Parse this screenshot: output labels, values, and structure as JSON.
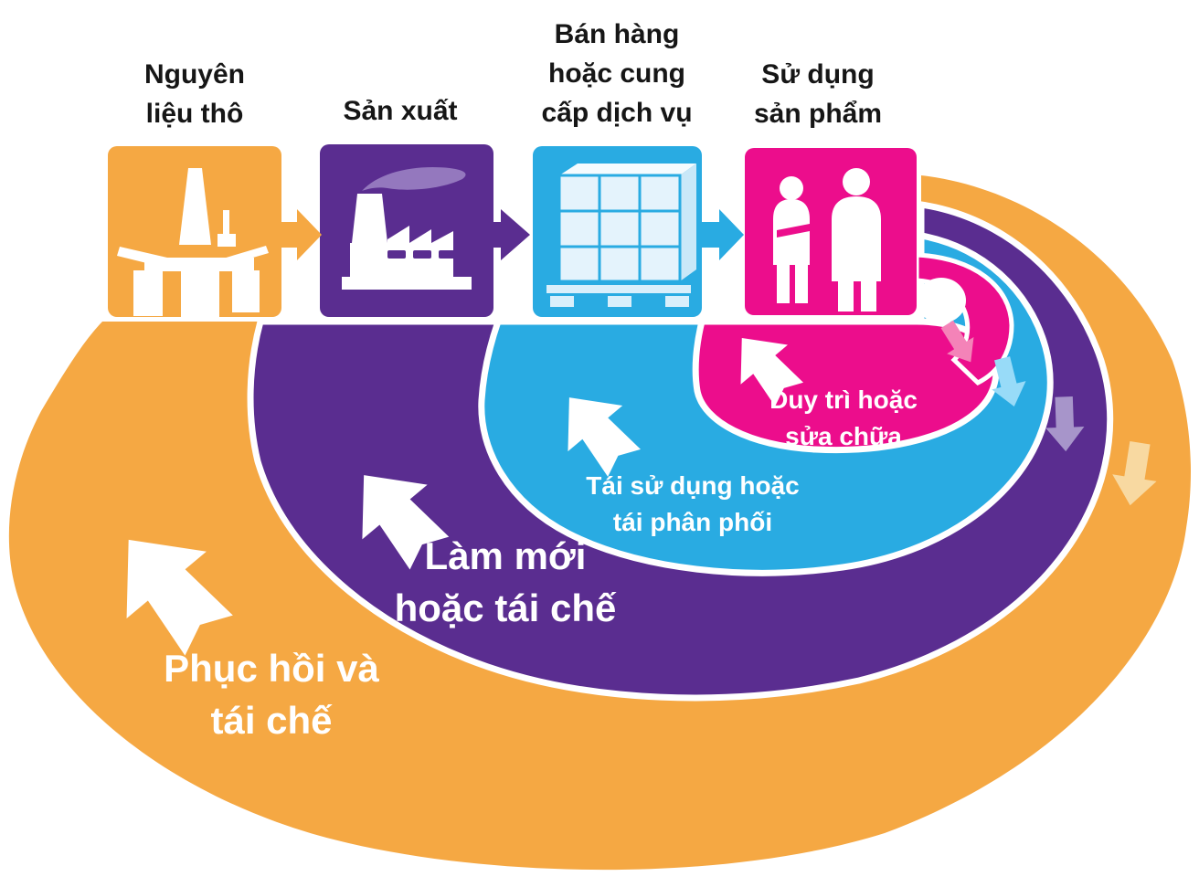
{
  "stages": [
    {
      "name": "raw-materials",
      "lines": [
        "Nguyên",
        "liệu thô"
      ],
      "color": "#F5A843"
    },
    {
      "name": "manufacturing",
      "lines": [
        "Sản xuất"
      ],
      "color": "#5A2D90"
    },
    {
      "name": "sales-or-service",
      "lines": [
        "Bán hàng",
        "hoặc cung",
        "cấp dịch vụ"
      ],
      "color": "#29ABE2"
    },
    {
      "name": "product-use",
      "lines": [
        "Sử dụng",
        "sản phẩm"
      ],
      "color": "#EC0D8C"
    }
  ],
  "loops": [
    {
      "name": "maintain-repair",
      "lines": [
        "Duy trì hoặc",
        "sửa chữa"
      ],
      "color": "#EC0D8C"
    },
    {
      "name": "reuse-redistribute",
      "lines": [
        "Tái sử dụng hoặc",
        "tái phân phối"
      ],
      "color": "#29ABE2"
    },
    {
      "name": "refurbish-recycle",
      "lines": [
        "Làm mới",
        "hoặc tái chế"
      ],
      "color": "#5A2D90"
    },
    {
      "name": "recover-recycle",
      "lines": [
        "Phục hồi và",
        "tái chế"
      ],
      "color": "#F5A843"
    }
  ],
  "flow_arrows": {
    "raw_to_manufacturing": "#F5A843",
    "manufacturing_to_sales": "#5A2D90",
    "sales_to_use": "#29ABE2"
  },
  "cascade_arrows": [
    {
      "name": "cascade-arrow-pink",
      "color": "#F483B8"
    },
    {
      "name": "cascade-arrow-blue",
      "color": "#98DBF8"
    },
    {
      "name": "cascade-arrow-purple",
      "color": "#A795CA"
    },
    {
      "name": "cascade-arrow-cream",
      "color": "#F8D9A1"
    }
  ],
  "loop_arrow_color": "#FFFFFF",
  "icon_colors": {
    "icon_white": "#FFFFFF",
    "factory_smoke": "#9478BE",
    "factory_window": "#5A2D90",
    "box_top": "#F4FBFE",
    "box_side": "#C9E8F8",
    "box_fill": "#E4F3FC",
    "box_line": "#29ABE2",
    "pallet": "#D9EFFB",
    "arm_accent": "#EC0D8C"
  },
  "background": "#FFFFFF"
}
